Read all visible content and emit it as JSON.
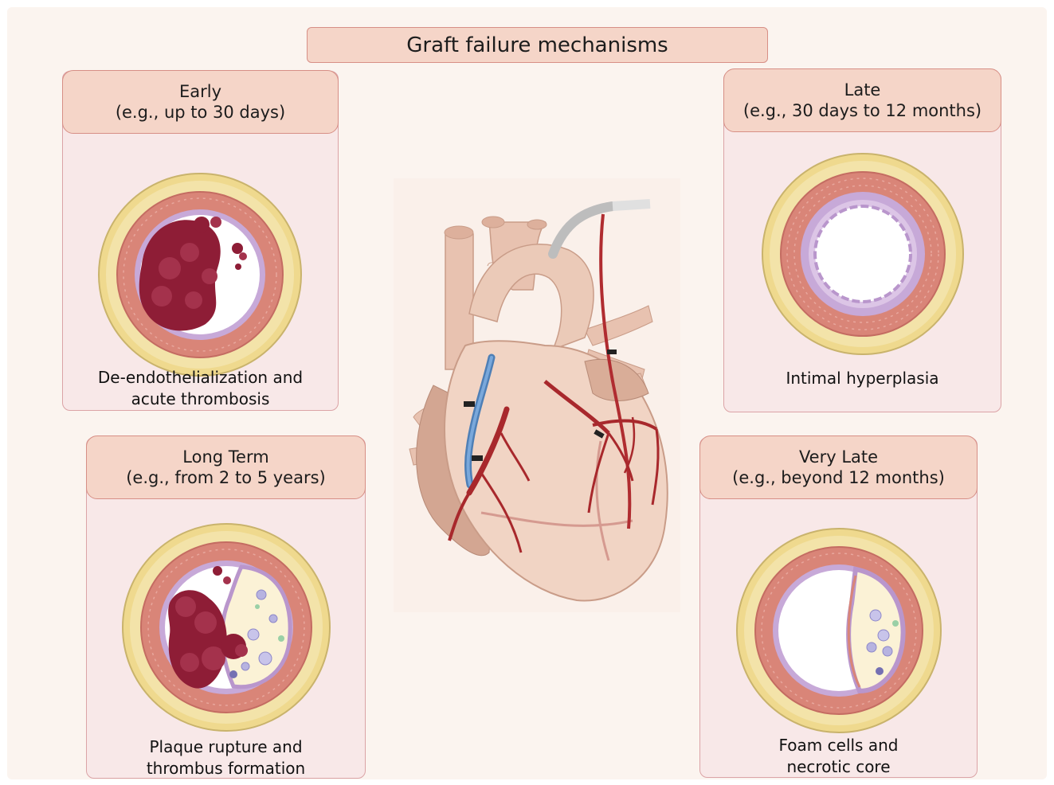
{
  "title": "Graft failure mechanisms",
  "panels": {
    "early": {
      "name": "Early",
      "period": "(e.g., up to 30 days)",
      "caption_line1": "De-endothelialization and",
      "caption_line2": "acute thrombosis"
    },
    "late": {
      "name": "Late",
      "period": "(e.g., 30 days to 12 months)",
      "caption_line1": "Intimal hyperplasia"
    },
    "long_term": {
      "name": "Long Term",
      "period": "(e.g., from 2 to 5 years)",
      "caption_line1": "Plaque rupture and",
      "caption_line2": "thrombus formation"
    },
    "very_late": {
      "name": "Very Late",
      "period": "(e.g., beyond 12 months)",
      "caption_line1": "Foam cells and",
      "caption_line2": "necrotic core"
    }
  },
  "colors": {
    "adventitia": "#f2dd9a",
    "media": "#d98578",
    "intima": "#c7a9d8",
    "thrombus": "#8e1d36",
    "plaque": "#fbf2d6",
    "artery": "#a8282c",
    "vein_graft": "#5b8fc9",
    "heart": "#efcfbf"
  }
}
